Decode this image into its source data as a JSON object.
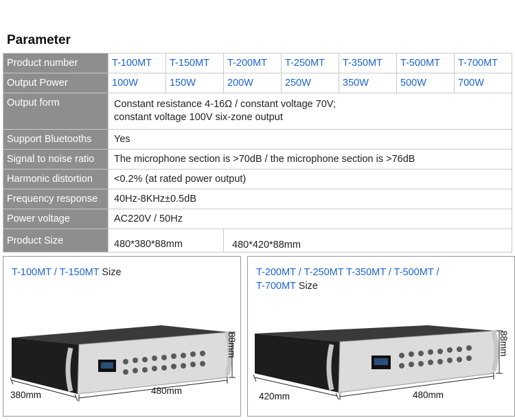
{
  "title": "Parameter",
  "models": [
    "T-100MT",
    "T-150MT",
    "T-200MT",
    "T-250MT",
    "T-350MT",
    "T-500MT",
    "T-700MT"
  ],
  "labels": {
    "product_number": "Product number",
    "output_power": "Output Power",
    "output_form": "Output form",
    "bluetooth": "Support Bluetooths",
    "snr": "Signal to noise ratio",
    "thd": "Harmonic distortion",
    "freq": "Frequency response",
    "voltage": "Power voltage",
    "size": "Product Size"
  },
  "power": [
    "100W",
    "150W",
    "200W",
    "250W",
    "350W",
    "500W",
    "700W"
  ],
  "output_form": [
    "Constant resistance 4-16Ω / constant voltage 70V;",
    "constant voltage 100V six-zone output"
  ],
  "bluetooth": "Yes",
  "snr": "The microphone section is >70dB / the microphone section is >76dB",
  "thd": "<0.2% (at rated power output)",
  "freq": "40Hz-8KHz±0.5dB",
  "voltage": "AC220V / 50Hz",
  "sizes": [
    "480*380*88mm",
    "480*420*88mm"
  ],
  "panel_left": {
    "models": "T-100MT / T-150MT",
    "suffix": " Size",
    "depth": "380mm",
    "width": "480mm",
    "height": "88mm"
  },
  "panel_right": {
    "models_line1": "T-200MT / T-250MT T-350MT / T-500MT /",
    "models_line2": "T-700MT",
    "suffix": " Size",
    "depth": "420mm",
    "width": "480mm",
    "height": "88mm"
  }
}
